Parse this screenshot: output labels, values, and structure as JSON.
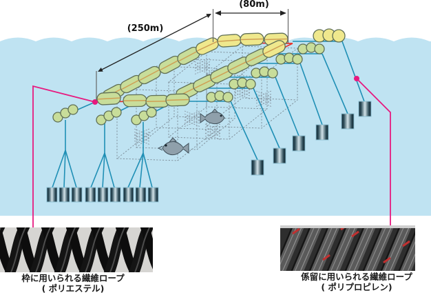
{
  "dimension_labels": {
    "width": "(80m)",
    "length": "(250m)"
  },
  "captions": {
    "frame_rope": {
      "line1": "枠に用いられる繊維ロープ",
      "line2": "( ポリエステル)"
    },
    "mooring_rope": {
      "line1": "係留に用いられる繊維ロープ",
      "line2": "( ポリプロピレン)"
    }
  },
  "colors": {
    "water": "#bfe3f2",
    "float_green": "#c8dd9a",
    "float_yellow": "#efe88d",
    "float_outline": "#5f6f55",
    "float_rope": "#cf9f54",
    "frame_line_red": "#e8312a",
    "mooring_highlight_pink": "#e7197f",
    "rope_line_teal": "#1f8fb5",
    "weight_dark": "#0a2230",
    "net_dash": "#7b8a95",
    "fish_gray": "#8fa0ab"
  }
}
